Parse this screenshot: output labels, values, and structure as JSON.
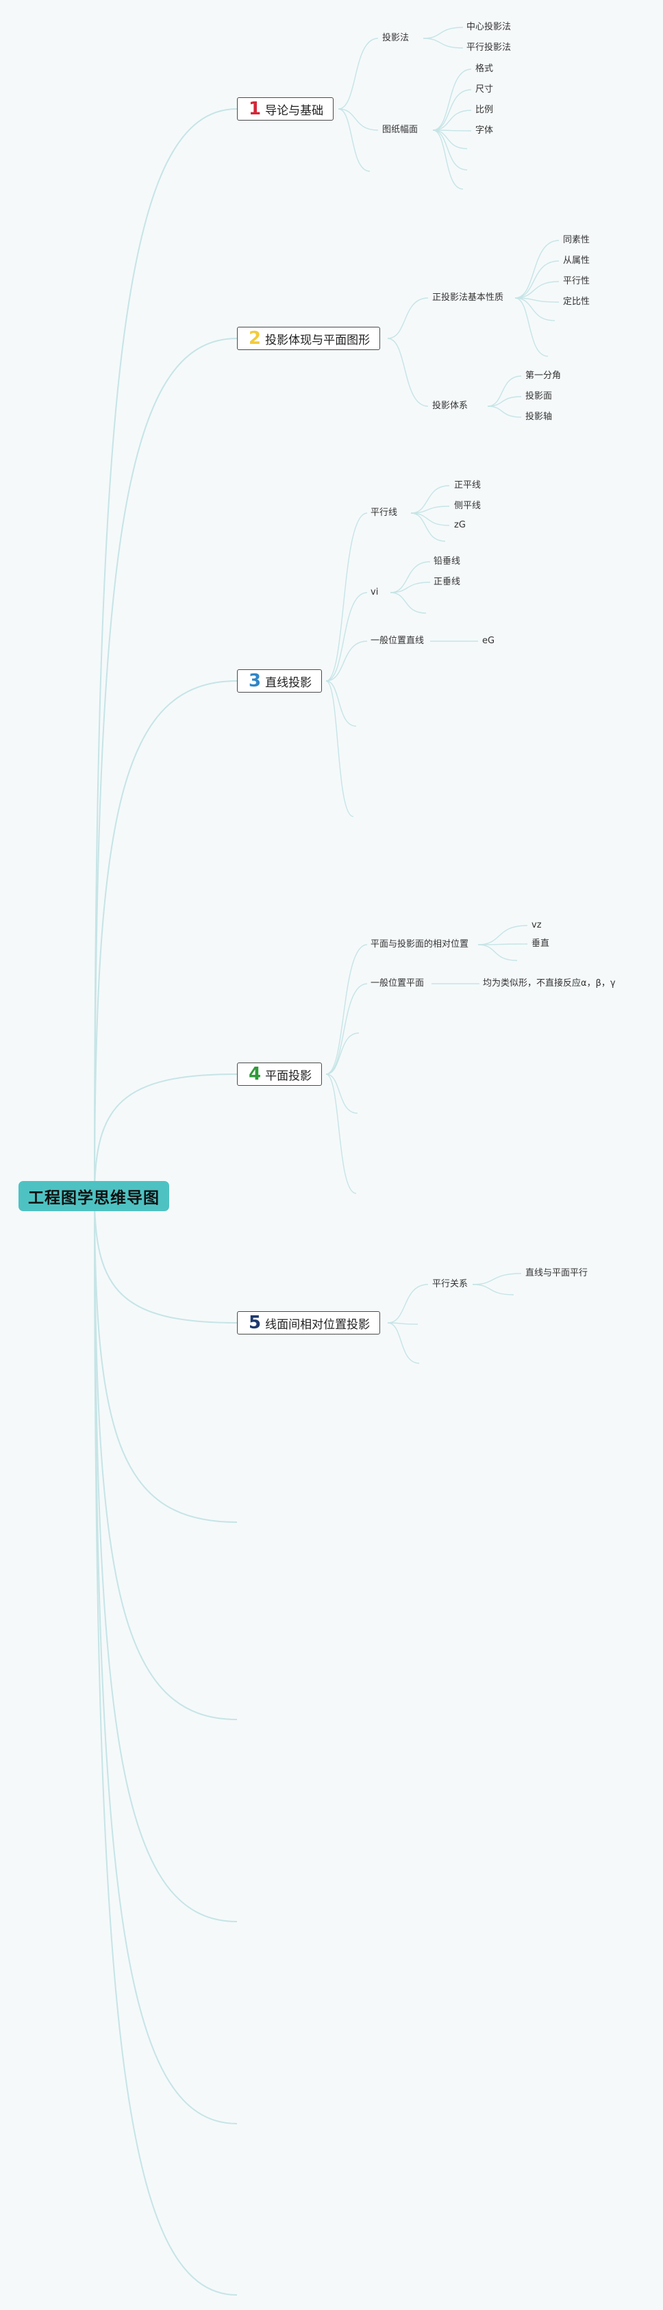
{
  "root": {
    "title": "工程图学思维导图"
  },
  "colors": {
    "link": "#c6e4e6",
    "root_bg": "#4ec2c2"
  },
  "topics": [
    {
      "num": "1",
      "num_color": "#d42639",
      "label": "导论与基础",
      "children": [
        {
          "label": "投影法",
          "children": [
            "中心投影法",
            "平行投影法"
          ]
        },
        {
          "label": "图纸幅面",
          "children": [
            "格式",
            "尺寸",
            "比例",
            "字体"
          ]
        }
      ]
    },
    {
      "num": "2",
      "num_color": "#f2cb3c",
      "label": "投影体现与平面图形",
      "children": [
        {
          "label": "正投影法基本性质",
          "children": [
            "同素性",
            "从属性",
            "平行性",
            "定比性"
          ]
        },
        {
          "label": "投影体系",
          "children": [
            "第一分角",
            "投影面",
            "投影轴"
          ]
        }
      ]
    },
    {
      "num": "3",
      "num_color": "#2e86c8",
      "label": "直线投影",
      "children": [
        {
          "label": "平行线",
          "children": [
            "正平线",
            "侧平线",
            "zG"
          ]
        },
        {
          "label": "vi",
          "children": [
            "铅垂线",
            "正垂线"
          ]
        },
        {
          "label": "一般位置直线",
          "children": [
            "eG"
          ]
        }
      ]
    },
    {
      "num": "4",
      "num_color": "#2f9a3a",
      "label": "平面投影",
      "children": [
        {
          "label": "平面与投影面的相对位置",
          "children": [
            "vz",
            "垂直"
          ]
        },
        {
          "label": "一般位置平面",
          "children": [
            "均为类似形，不直接反应α，β，γ"
          ]
        }
      ]
    },
    {
      "num": "5",
      "num_color": "#1e3a6e",
      "label": "线面间相对位置投影",
      "children": [
        {
          "label": "平行关系",
          "children": [
            "直线与平面平行"
          ]
        }
      ]
    }
  ]
}
